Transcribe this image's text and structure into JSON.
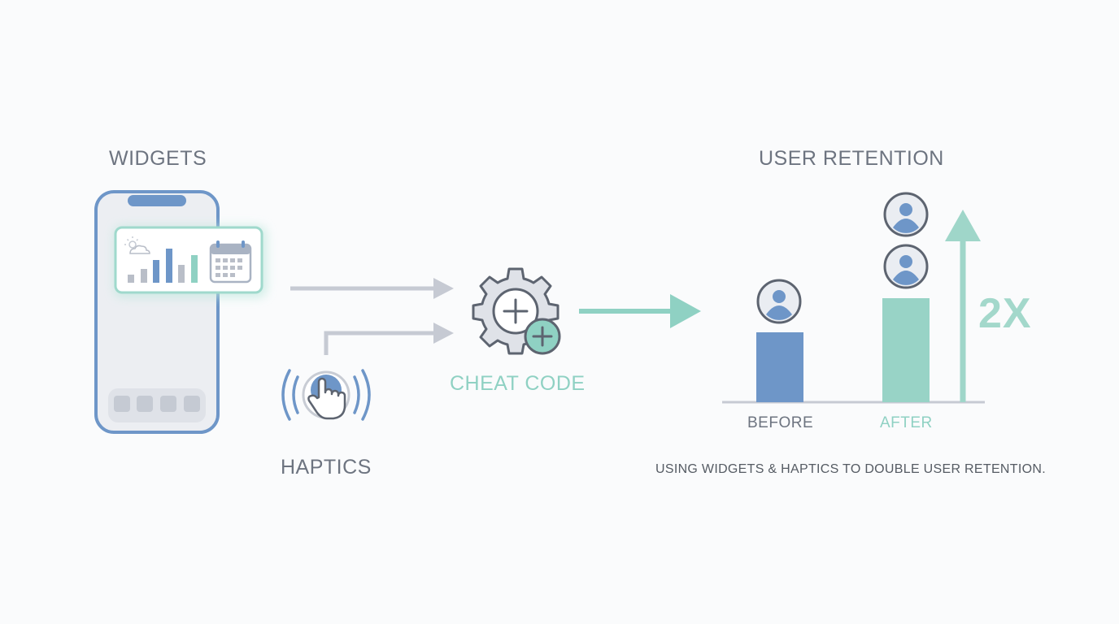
{
  "labels": {
    "widgets": "WIDGETS",
    "haptics": "HAPTICS",
    "cheat_code": "CHEAT CODE",
    "user_retention": "USER RETENTION",
    "before": "BEFORE",
    "after": "AFTER",
    "multiplier": "2X",
    "caption": "USING WIDGETS & HAPTICS TO DOUBLE USER RETENTION."
  },
  "retention": {
    "before_users": 1,
    "after_users": 2
  },
  "icons": [
    "phone-icon",
    "weather-icon",
    "bar-chart-icon",
    "calendar-icon",
    "haptic-tap-icon",
    "gear-plus-icon",
    "user-avatar-icon",
    "up-arrow-icon"
  ],
  "colors": {
    "blue": "#6e96c8",
    "teal": "#8fd1c3",
    "gray_arrow": "#c6cad3",
    "text_gray": "#6d7480"
  }
}
